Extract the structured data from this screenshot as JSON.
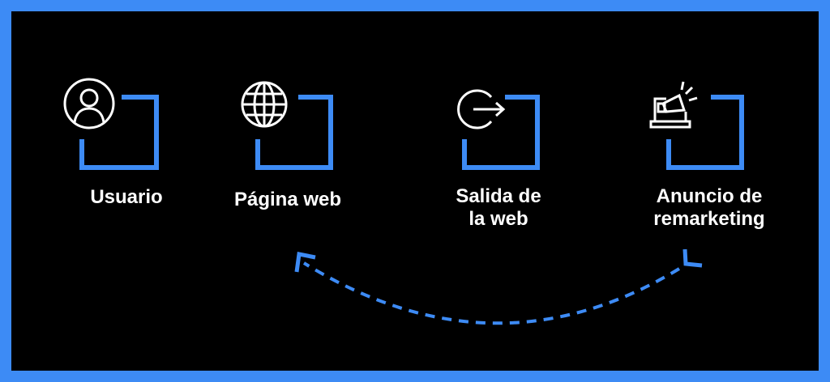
{
  "colors": {
    "accent": "#3d8bf5",
    "background": "#000000",
    "text": "#ffffff"
  },
  "steps": [
    {
      "label": "Usuario",
      "icon": "user-icon"
    },
    {
      "label": "Página web",
      "icon": "globe-icon"
    },
    {
      "label_line1": "Salida de",
      "label_line2": "la web",
      "icon": "exit-icon"
    },
    {
      "label_line1": "Anuncio de",
      "label_line2": "remarketing",
      "icon": "megaphone-laptop-icon"
    }
  ],
  "connector": {
    "icon": "dashed-return-arrow"
  }
}
